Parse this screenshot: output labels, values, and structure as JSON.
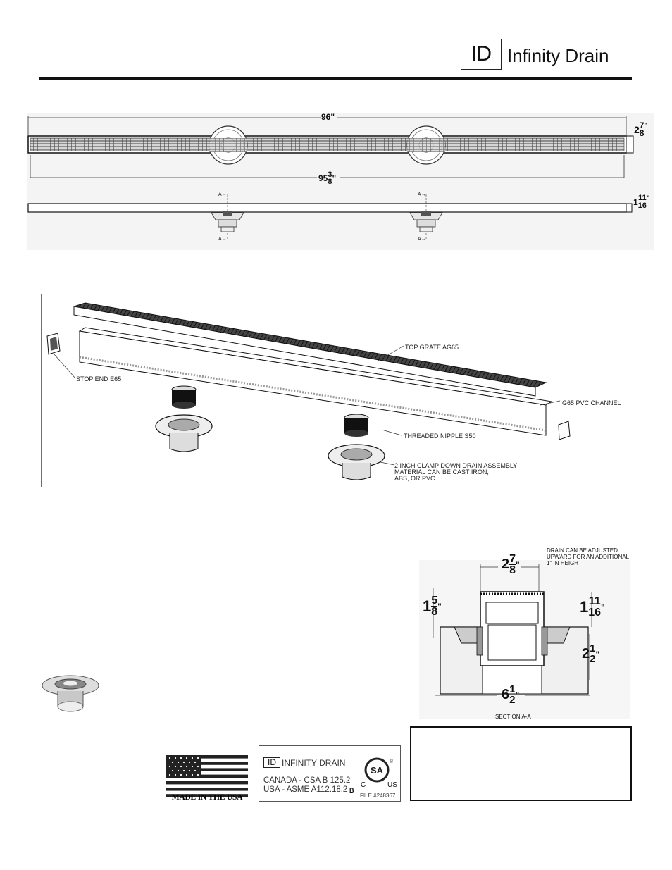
{
  "header": {
    "logo_mark": "ID",
    "brand_name": "Infinity Drain"
  },
  "plan_view": {
    "overall_length_label": "96\"",
    "channel_length_whole": "95",
    "channel_length_num": "3",
    "channel_length_den": "8",
    "width_whole": "2",
    "width_num": "7",
    "width_den": "8"
  },
  "side_view": {
    "section_marker": "A",
    "height_whole": "1",
    "height_num": "11",
    "height_den": "16"
  },
  "exploded_view": {
    "labels": {
      "top_grate": "TOP GRATE AG65",
      "stop_end": "STOP END E65",
      "channel": "G65 PVC CHANNEL",
      "nipple": "THREADED NIPPLE S50",
      "drain_line1": "2 INCH CLAMP DOWN DRAIN ASSEMBLY",
      "drain_line2": "MATERIAL CAN BE CAST IRON,",
      "drain_line3": "ABS, OR PVC"
    }
  },
  "section_view": {
    "note_line1": "DRAIN CAN BE ADJUSTED",
    "note_line2": "UPWARD FOR AN ADDITIONAL",
    "note_line3": "1\" IN HEIGHT",
    "top_width": {
      "whole": "2",
      "num": "7",
      "den": "8"
    },
    "left_height": {
      "whole": "1",
      "num": "5",
      "den": "8"
    },
    "right_height": {
      "whole": "1",
      "num": "11",
      "den": "16"
    },
    "body_height": {
      "whole": "2",
      "num": "1",
      "den": "2"
    },
    "base_width": {
      "whole": "6",
      "num": "1",
      "den": "2"
    },
    "caption": "SECTION A-A"
  },
  "badges": {
    "made_in_usa": "MADE IN THE USA",
    "cert_logo": "ID",
    "cert_brand": "INFINITY DRAIN",
    "canada": "CANADA - CSA B 125.2",
    "usa": "USA - ASME A112.18.2",
    "cert_mark": "B",
    "csa_c": "C",
    "csa_us": "US",
    "file_no": "FILE #248367"
  }
}
